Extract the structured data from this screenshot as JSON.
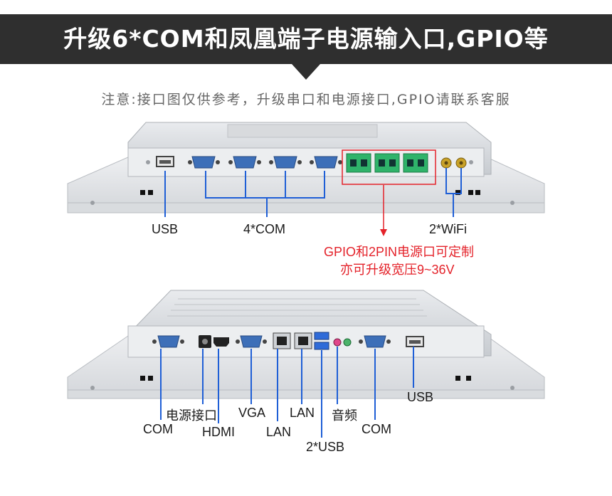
{
  "banner": {
    "title": "升级6*COM和凤凰端子电源输入口,GPIO等"
  },
  "note": {
    "text": "注意:接口图仅供参考，升级串口和电源接口,GPIO请联系客服"
  },
  "top_panel": {
    "labels": {
      "usb": "USB",
      "com": "4*COM",
      "wifi": "2*WiFi",
      "gpio_line1": "GPIO和2PIN电源口可定制",
      "gpio_line2": "亦可升级宽压9~36V"
    }
  },
  "bottom_panel": {
    "labels": {
      "com_left": "COM",
      "power": "电源接口",
      "hdmi": "HDMI",
      "vga": "VGA",
      "lan1": "LAN",
      "lan2": "LAN",
      "usb2": "2*USB",
      "audio": "音频",
      "com_right": "COM",
      "usb_right": "USB"
    }
  },
  "colors": {
    "banner_bg": "#2f2f2f",
    "accent_line": "#1f5fd6",
    "highlight": "#e4222a",
    "terminal": "#2fb36a"
  }
}
